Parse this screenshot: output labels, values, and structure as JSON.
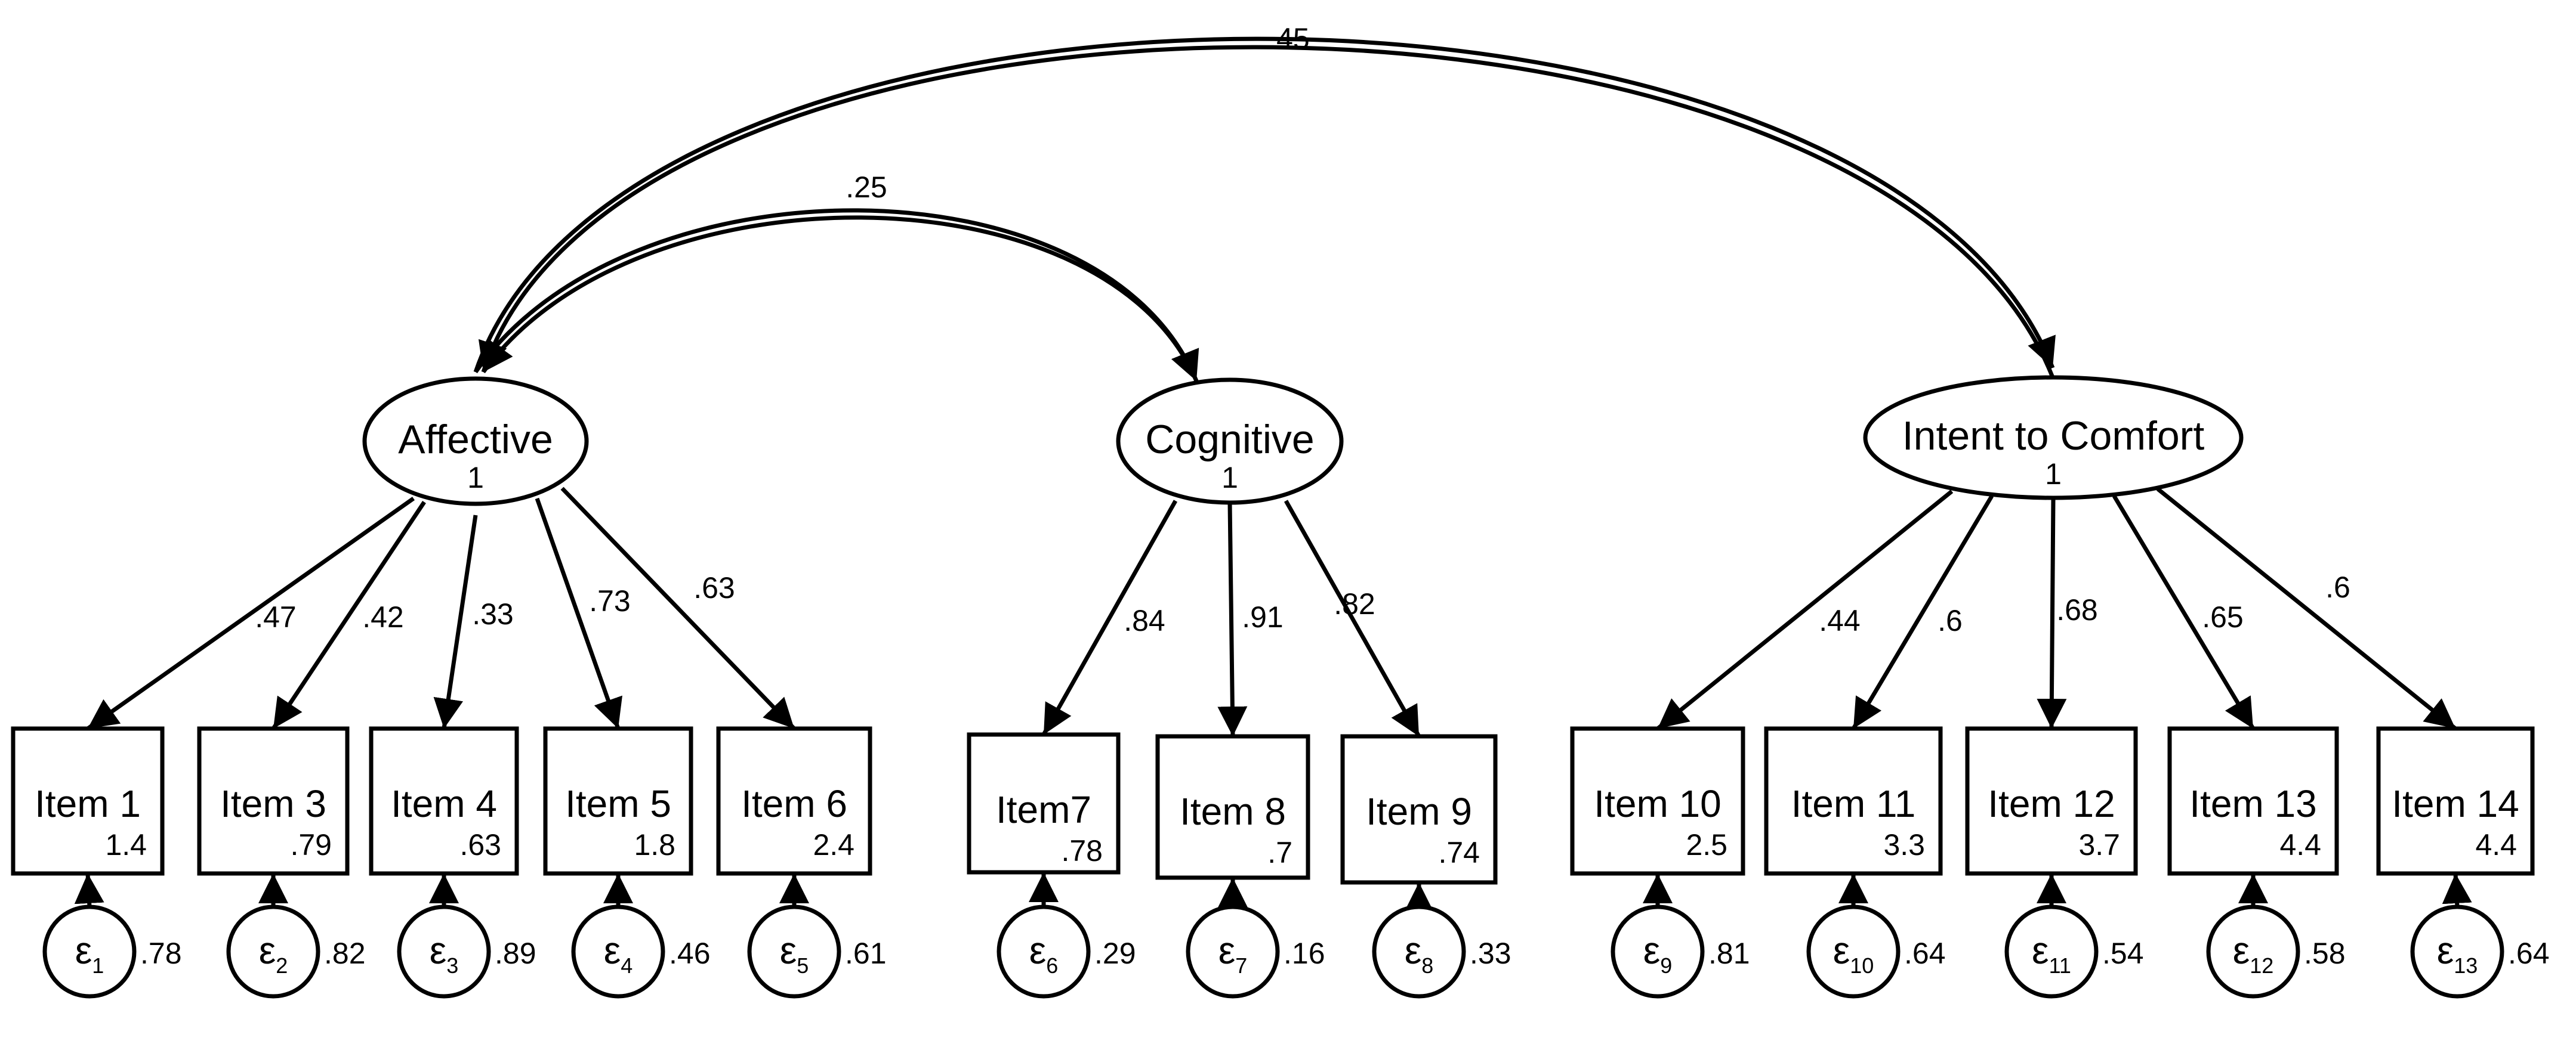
{
  "covariances": [
    {
      "from": "Affective",
      "to": "Intent to Comfort",
      "value": ".45"
    },
    {
      "from": "Affective",
      "to": "Cognitive",
      "value": ".25"
    }
  ],
  "factors": [
    {
      "name": "Affective",
      "variance": "1"
    },
    {
      "name": "Cognitive",
      "variance": "1"
    },
    {
      "name": "Intent to Comfort",
      "variance": "1"
    }
  ],
  "items": [
    {
      "label": "Item 1",
      "intercept": "1.4",
      "loading": ".47",
      "factor": 0,
      "error_symbol": "ε",
      "error_index": "1",
      "error_variance": ".78"
    },
    {
      "label": "Item 3",
      "intercept": ".79",
      "loading": ".42",
      "factor": 0,
      "error_symbol": "ε",
      "error_index": "2",
      "error_variance": ".82"
    },
    {
      "label": "Item 4",
      "intercept": ".63",
      "loading": ".33",
      "factor": 0,
      "error_symbol": "ε",
      "error_index": "3",
      "error_variance": ".89"
    },
    {
      "label": "Item 5",
      "intercept": "1.8",
      "loading": ".73",
      "factor": 0,
      "error_symbol": "ε",
      "error_index": "4",
      "error_variance": ".46"
    },
    {
      "label": "Item 6",
      "intercept": "2.4",
      "loading": ".63",
      "factor": 0,
      "error_symbol": "ε",
      "error_index": "5",
      "error_variance": ".61"
    },
    {
      "label": "Item7",
      "intercept": ".78",
      "loading": ".84",
      "factor": 1,
      "error_symbol": "ε",
      "error_index": "6",
      "error_variance": ".29"
    },
    {
      "label": "Item 8",
      "intercept": ".7",
      "loading": ".91",
      "factor": 1,
      "error_symbol": "ε",
      "error_index": "7",
      "error_variance": ".16"
    },
    {
      "label": "Item 9",
      "intercept": ".74",
      "loading": ".82",
      "factor": 1,
      "error_symbol": "ε",
      "error_index": "8",
      "error_variance": ".33"
    },
    {
      "label": "Item 10",
      "intercept": "2.5",
      "loading": ".44",
      "factor": 2,
      "error_symbol": "ε",
      "error_index": "9",
      "error_variance": ".81"
    },
    {
      "label": "Item 11",
      "intercept": "3.3",
      "loading": ".6",
      "factor": 2,
      "error_symbol": "ε",
      "error_index": "10",
      "error_variance": ".64"
    },
    {
      "label": "Item 12",
      "intercept": "3.7",
      "loading": ".68",
      "factor": 2,
      "error_symbol": "ε",
      "error_index": "11",
      "error_variance": ".54"
    },
    {
      "label": "Item 13",
      "intercept": "4.4",
      "loading": ".65",
      "factor": 2,
      "error_symbol": "ε",
      "error_index": "12",
      "error_variance": ".58"
    },
    {
      "label": "Item 14",
      "intercept": "4.4",
      "loading": ".6",
      "factor": 2,
      "error_symbol": "ε",
      "error_index": "13",
      "error_variance": ".64"
    }
  ]
}
